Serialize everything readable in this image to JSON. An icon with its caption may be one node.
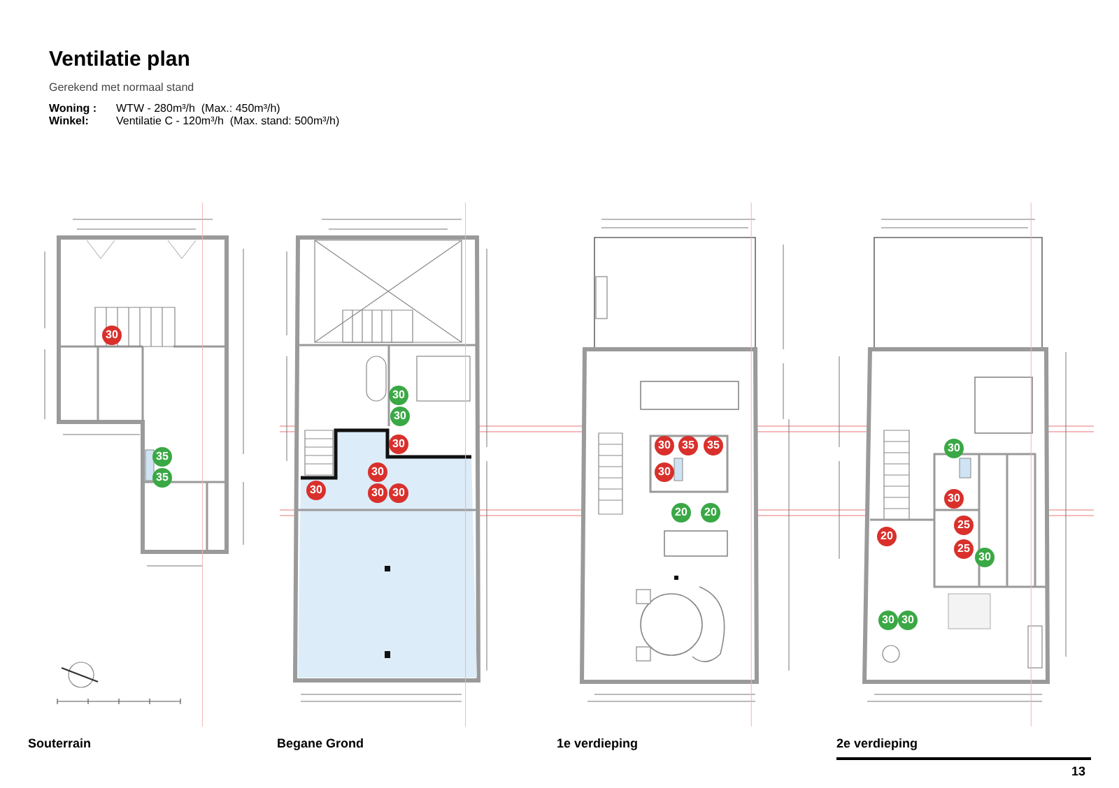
{
  "diagram": {
    "title": "Ventilatie plan",
    "nodes": [
      {
        "text": [
          "Souterrain"
        ]
      },
      {
        "text": [
          "30"
        ],
        "in": 0
      },
      {
        "text": [
          "35"
        ],
        "in": 0
      },
      {
        "text": [
          "35"
        ],
        "in": 0
      },
      {
        "text": [
          "Begane Grond"
        ]
      },
      {
        "text": [
          "30"
        ],
        "in": 4
      },
      {
        "text": [
          "30"
        ],
        "in": 4
      },
      {
        "text": [
          "30"
        ],
        "in": 4
      },
      {
        "text": [
          "30"
        ],
        "in": 4
      },
      {
        "text": [
          "30"
        ],
        "in": 4
      },
      {
        "text": [
          "30"
        ],
        "in": 4
      },
      {
        "text": [
          "30"
        ],
        "in": 4
      },
      {
        "text": [
          "1e verdieping"
        ]
      },
      {
        "text": [
          "30"
        ],
        "in": 12
      },
      {
        "text": [
          "35"
        ],
        "in": 12
      },
      {
        "text": [
          "35"
        ],
        "in": 12
      },
      {
        "text": [
          "30"
        ],
        "in": 12
      },
      {
        "text": [
          "20"
        ],
        "in": 12
      },
      {
        "text": [
          "20"
        ],
        "in": 12
      },
      {
        "text": [
          "2e verdieping"
        ]
      },
      {
        "text": [
          "30"
        ],
        "in": 19
      },
      {
        "text": [
          "30"
        ],
        "in": 19
      },
      {
        "text": [
          "25"
        ],
        "in": 19
      },
      {
        "text": [
          "20"
        ],
        "in": 19
      },
      {
        "text": [
          "25"
        ],
        "in": 19
      },
      {
        "text": [
          "30"
        ],
        "in": 19
      },
      {
        "text": [
          "30"
        ],
        "in": 19
      },
      {
        "text": [
          "30"
        ],
        "in": 19
      }
    ],
    "labels": [
      "Gerekend met normaal stand",
      "Woning :",
      "WTW - 280m³/h  (Max.: 450m³/h)",
      "Winkel:",
      "Ventilatie C - 120m³/h  (Max. stand: 500m³/h)",
      "13"
    ]
  }
}
